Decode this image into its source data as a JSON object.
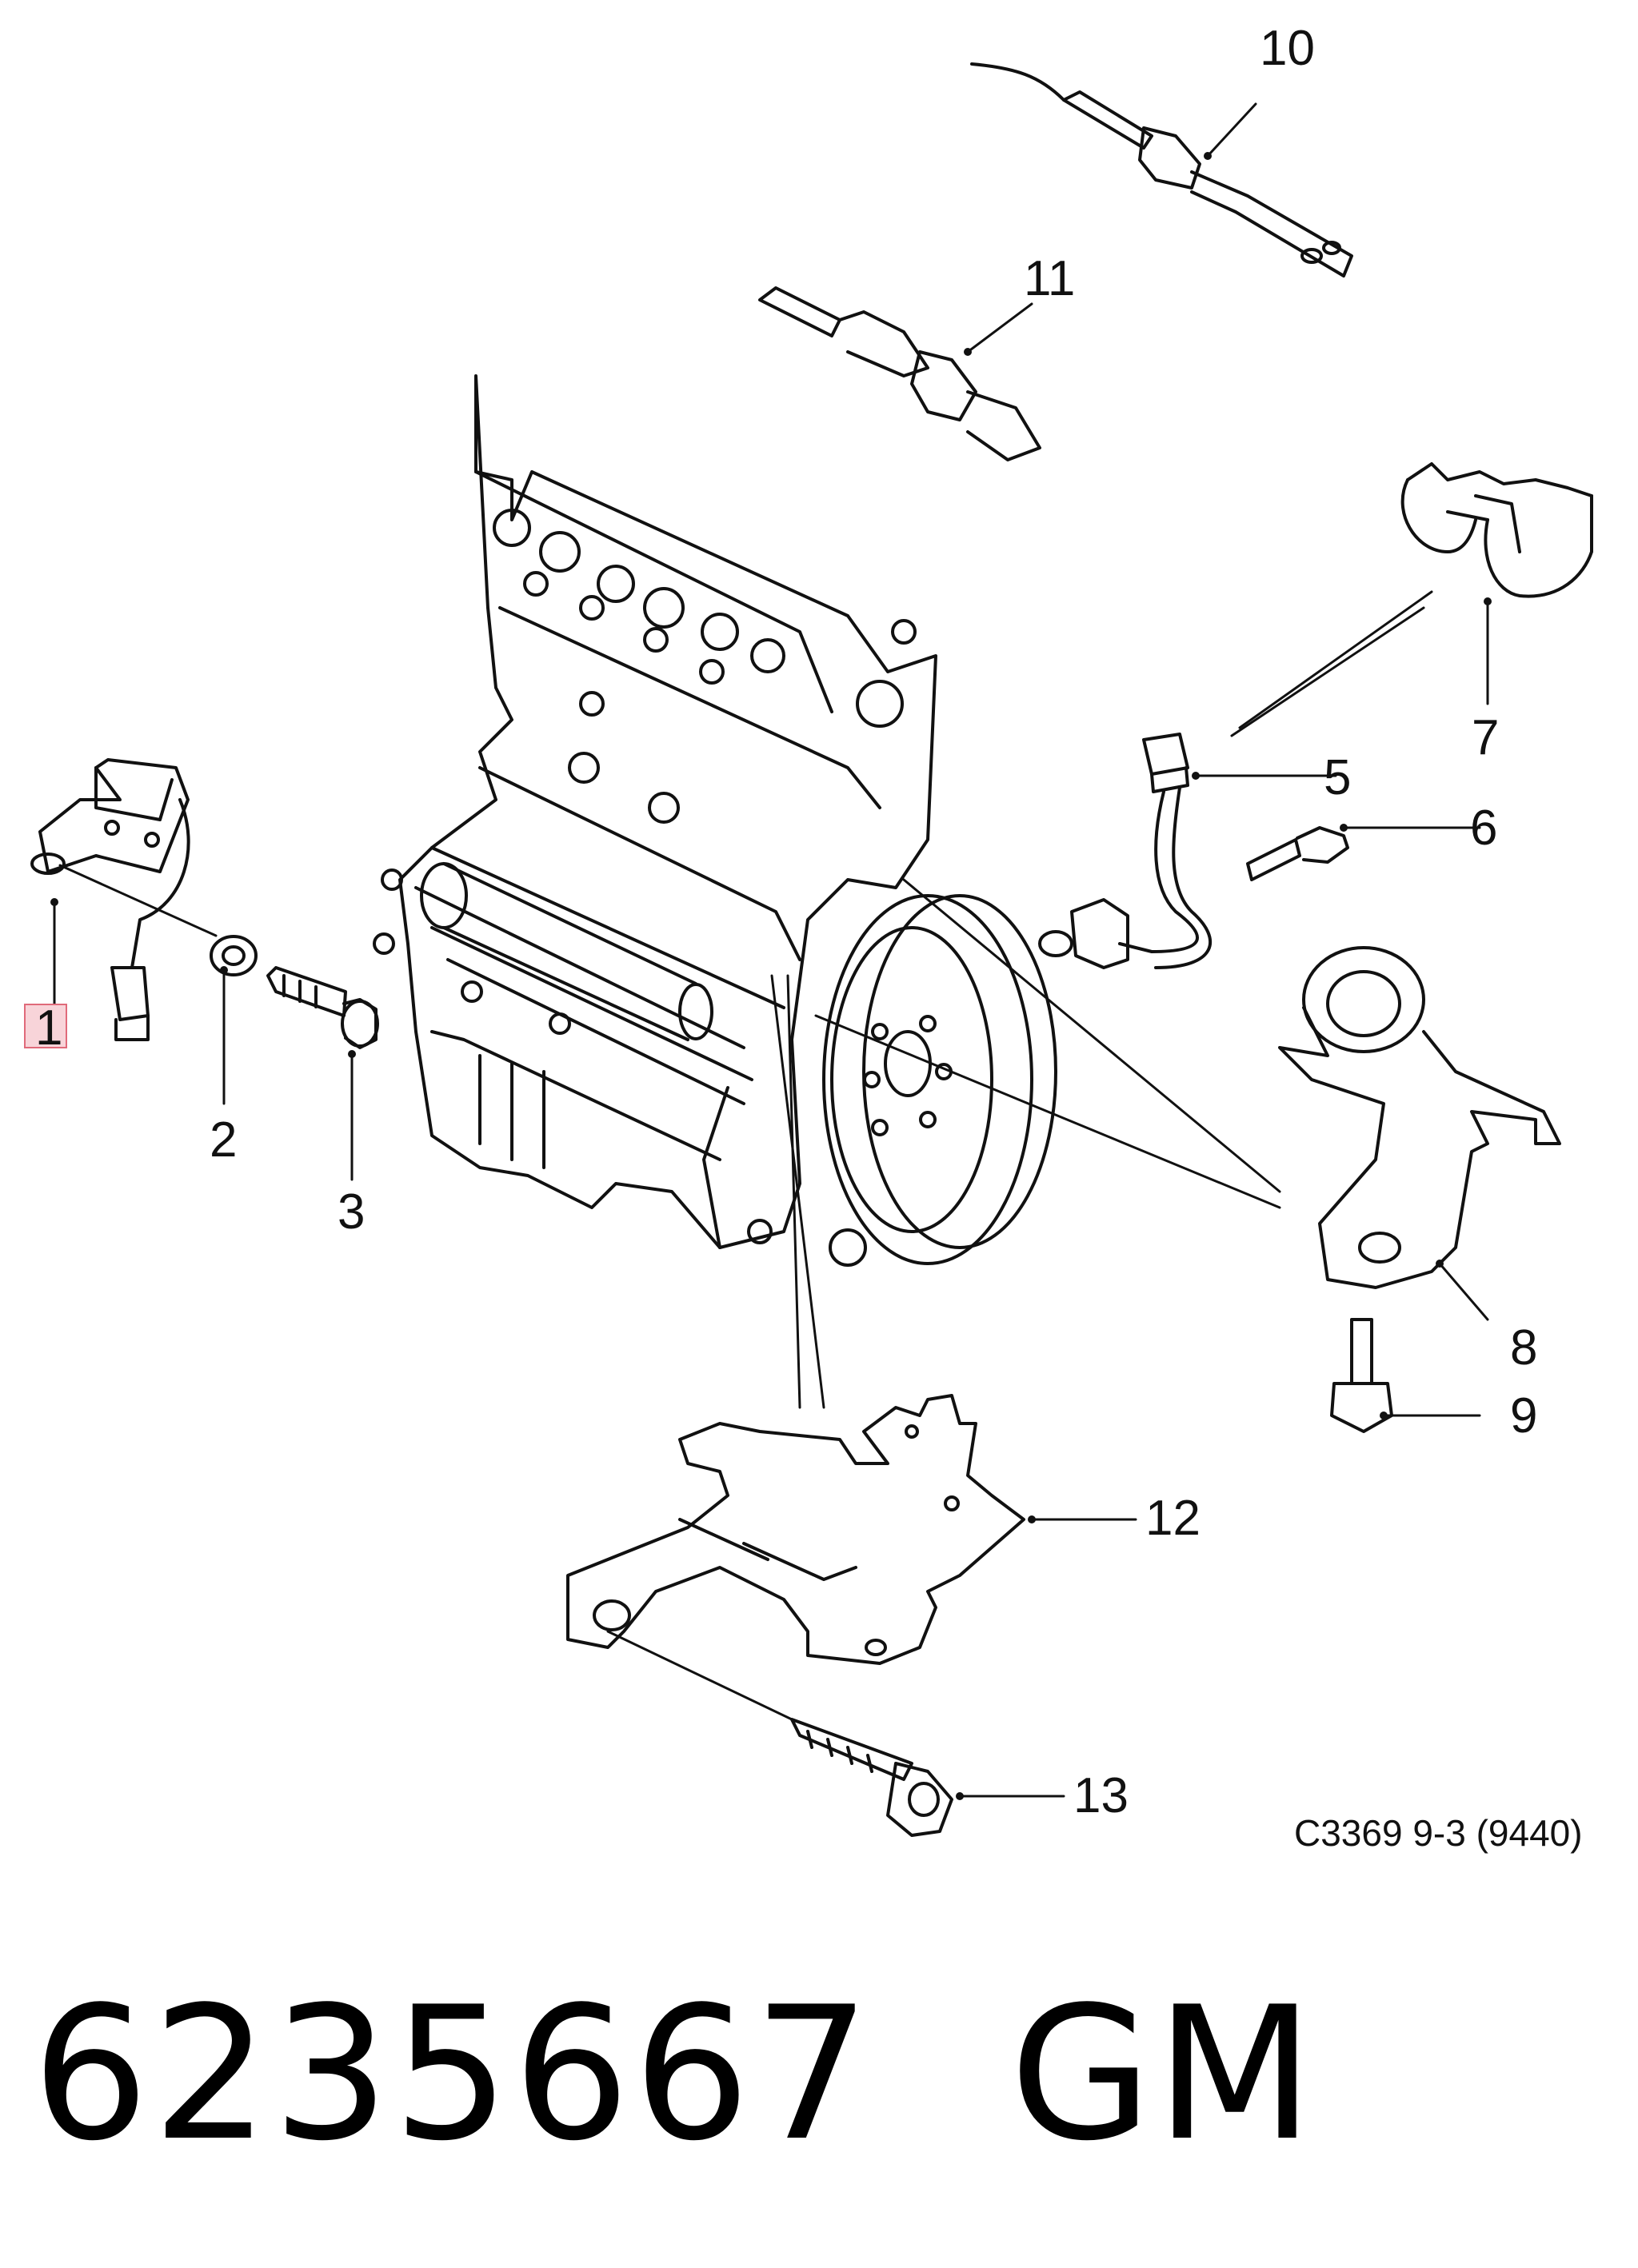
{
  "callouts": [
    "1",
    "2",
    "3",
    "5",
    "6",
    "7",
    "8",
    "9",
    "10",
    "11",
    "12",
    "13"
  ],
  "drawing_code": "C3369 9-3 (9440)",
  "part_number": "6235667",
  "brand": "GM",
  "colors": {
    "line": "#111111",
    "highlight_fill": "#f3b6be",
    "highlight_border": "#e06a7a",
    "background": "#ffffff"
  }
}
